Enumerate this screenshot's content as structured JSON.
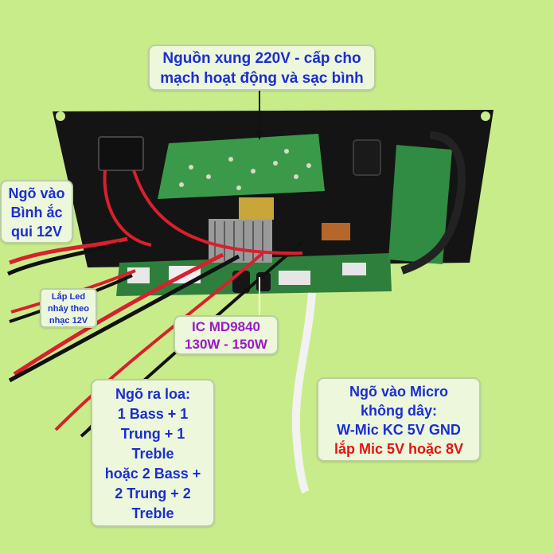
{
  "labels": {
    "power_supply": {
      "lines": [
        "Nguồn xung 220V - cấp cho",
        "mạch hoạt động và sạc bình"
      ],
      "color": "#1a2fd0"
    },
    "battery_input": {
      "lines": [
        "Ngõ vào",
        "Bình ắc",
        "qui 12V"
      ],
      "color": "#1a2fd0"
    },
    "led_output": {
      "lines": [
        "Lắp Led",
        "nháy theo",
        "nhạc 12V"
      ],
      "color": "#1a2fd0"
    },
    "ic": {
      "lines": [
        "IC MD9840",
        "130W - 150W"
      ],
      "color": "#9a18c8"
    },
    "speaker_output": {
      "lines": [
        "Ngõ ra loa:",
        "1 Bass + 1",
        "Trung + 1",
        "Treble",
        "hoặc 2 Bass +",
        "2 Trung + 2",
        "Treble"
      ],
      "color": "#1a2fd0"
    },
    "micro_input": {
      "lines": [
        "Ngõ vào Micro",
        "không dây:",
        "W-Mic KC 5V GND"
      ],
      "warning": "lắp Mic 5V hoặc 8V",
      "color": "#1a2fd0",
      "warning_color": "#e31414"
    }
  },
  "colors": {
    "background": "#c9ec8a",
    "board": "#141414",
    "pcb_green": "#2f7f3c",
    "wire_red": "#d8202e",
    "wire_black": "#111111"
  }
}
